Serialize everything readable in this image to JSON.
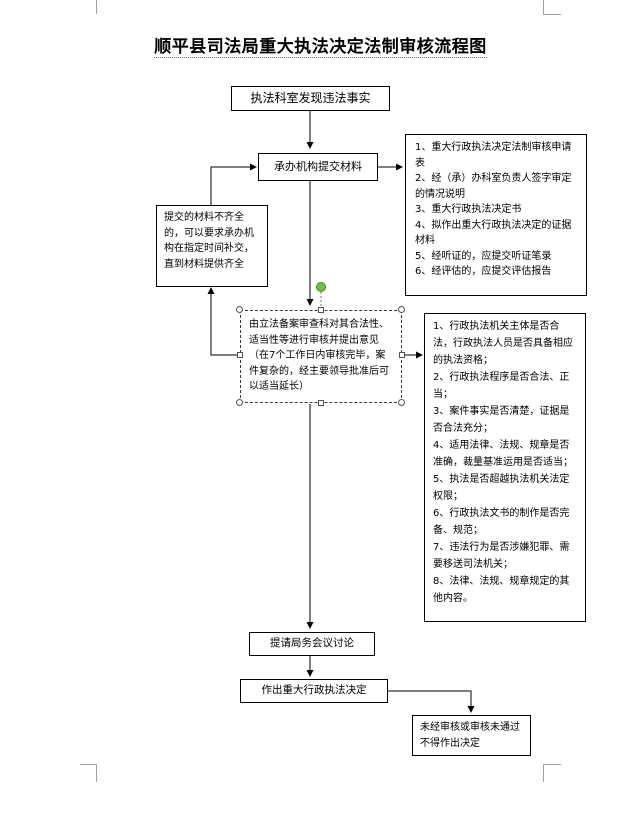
{
  "title": "顺平县司法局重大执法决定法制审核流程图",
  "flow": {
    "step1": "执法科室发现违法事实",
    "step2": "承办机构提交材料",
    "step3": "由立法备案审查科对其合法性、适当性等进行审核并提出意见（在7个工作日内审核完毕，案件复杂的，经主要领导批准后可以适当延长）",
    "incomplete": "提交的材料不齐全的，可以要求承办机构在指定时间补交，直到材料提供齐全",
    "step4": "提请局务会议讨论",
    "step5": "作出重大行政执法决定",
    "final": "未经审核或审核未通过不得作出决定"
  },
  "materials": [
    "1、重大行政执法决定法制审核申请表",
    "2、经（承）办科室负责人签字审定的情况说明",
    "3、重大行政执法决定书",
    "4、拟作出重大行政执法决定的证据材料",
    "5、经听证的，应提交听证笔录",
    "6、经评估的，应提交评估报告"
  ],
  "review_points": [
    "1、行政执法机关主体是否合法，行政执法人员是否具备相应的执法资格；",
    "2、行政执法程序是否合法、正当；",
    "3、案件事实是否清楚，证据是否合法充分；",
    "4、适用法律、法规、规章是否准确，裁量基准运用是否适当；",
    "5、执法是否超越执法机关法定权限；",
    "6、行政执法文书的制作是否完备、规范；",
    "7、违法行为是否涉嫌犯罪、需要移送司法机关；",
    "8、法律、法规、规章规定的其他内容。"
  ]
}
